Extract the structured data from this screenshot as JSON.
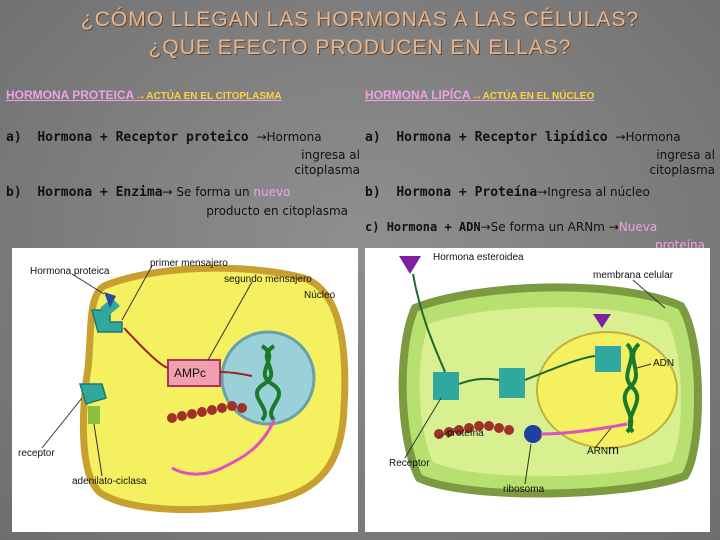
{
  "title": {
    "line1": "¿CÓMO LLEGAN LAS HORMONAS A LAS CÉLULAS?",
    "line2": "¿QUE EFECTO PRODUCEN EN ELLAS?"
  },
  "left": {
    "heading_main": "HORMONA PROTEICA",
    "heading_arrow": "→",
    "heading_sub": "ACTÚA EN EL CITOPLASMA",
    "item_a": {
      "label": "a)",
      "text": "Hormona + Receptor proteico",
      "arrow": "→",
      "result": "Hormona",
      "result_cont1": "ingresa al",
      "result_cont2": "citoplasma"
    },
    "item_b": {
      "label": "b)",
      "text": "Hormona + Enzima",
      "arrow": "→",
      "result_pre": " Se forma un ",
      "result_highlight": "nuevo",
      "result_cont": "producto en citoplasma"
    }
  },
  "right": {
    "heading_main": "HORMONA LIPÍCA",
    "heading_arrow": "→",
    "heading_sub": "ACTÚA EN EL NÚCLEO",
    "item_a": {
      "label": "a)",
      "text": "Hormona + Receptor lipídico",
      "arrow": "→",
      "result": "Hormona",
      "result_cont1": "ingresa al",
      "result_cont2": "citoplasma"
    },
    "item_b": {
      "label": "b)",
      "text": "Hormona + Proteína",
      "arrow": "→",
      "result": "Ingresa al núcleo"
    },
    "item_c": {
      "label": "c)",
      "text": "Hormona + ADN",
      "arrow": "→",
      "result_pre": "Se forma un ARNm ",
      "arrow2": "→",
      "result_highlight": "Nueva",
      "result_cont": "proteína"
    }
  },
  "diagram_left": {
    "labels": {
      "hormona_proteica": "Hormona proteica",
      "primer_mensajero": "primer mensajero",
      "segundo_mensajero": "segundo mensajero",
      "nucleo": "Núcleo",
      "ampc": "AMPc",
      "receptor": "receptor",
      "adenilato": "adenilato-ciclasa"
    }
  },
  "diagram_right": {
    "labels": {
      "hormona_esteroidea": "Hormona esteroidea",
      "membrana": "membrana celular",
      "adn": "ADN",
      "proteina": "proteína",
      "arn": "ARN",
      "arn_m": "m",
      "receptor": "Receptor",
      "ribosoma": "ribosoma"
    }
  },
  "colors": {
    "title": "#e8b48c",
    "heading": "#f0a0e6",
    "heading_sub": "#ffd040",
    "cell_fill": "#f4f060",
    "nucleus_fill": "#9ad0d8",
    "hormone": "#8020a0",
    "receptor": "#30a8a0"
  }
}
